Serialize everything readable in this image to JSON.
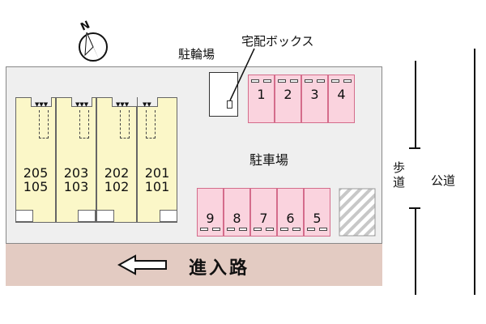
{
  "compass": {
    "letter": "N"
  },
  "labels": {
    "bike_parking": "駐輪場",
    "delivery_box": "宅配ボックス",
    "parking": "駐車場",
    "sidewalk": "歩道",
    "public_road": "公道",
    "entrance_road": "進入路"
  },
  "units": [
    {
      "upper": "205",
      "lower": "105"
    },
    {
      "upper": "203",
      "lower": "103"
    },
    {
      "upper": "202",
      "lower": "102"
    },
    {
      "upper": "201",
      "lower": "101"
    }
  ],
  "spaces_top": [
    "1",
    "2",
    "3",
    "4"
  ],
  "spaces_bottom": [
    "9",
    "8",
    "7",
    "6",
    "5"
  ],
  "colors": {
    "unit_fill": "#fbf7c8",
    "space_fill": "#fad3de",
    "road_fill": "#e3cbc2",
    "lot_fill": "#efefef"
  }
}
